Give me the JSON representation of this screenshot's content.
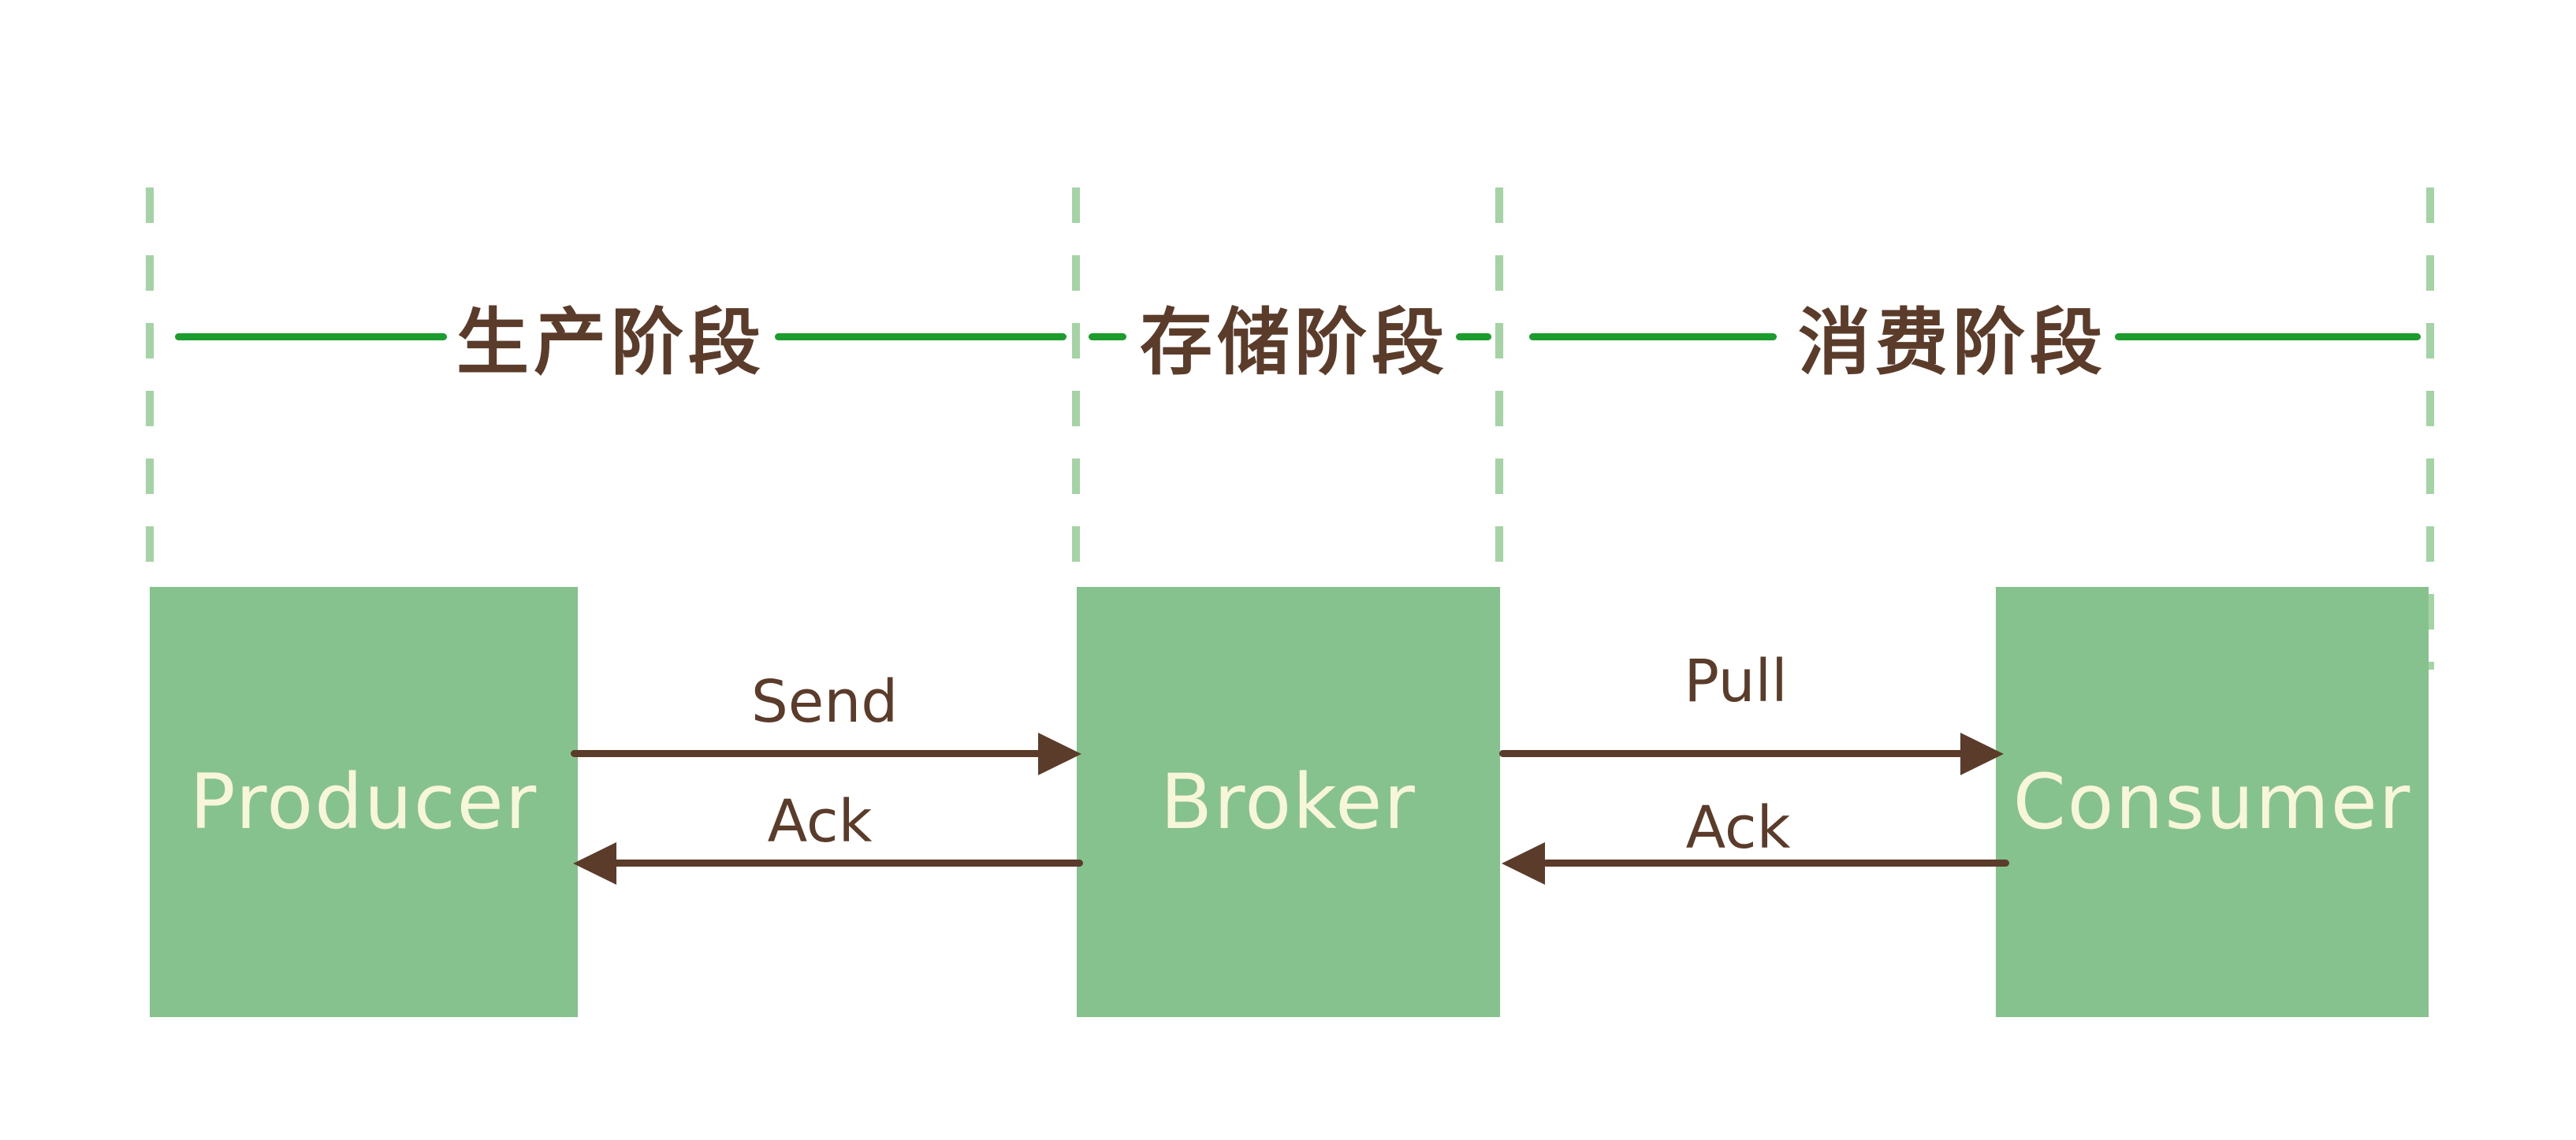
{
  "diagram": {
    "stages": [
      {
        "label": "生产阶段"
      },
      {
        "label": "存储阶段"
      },
      {
        "label": "消费阶段"
      }
    ],
    "nodes": [
      {
        "label": "Producer"
      },
      {
        "label": "Broker"
      },
      {
        "label": "Consumer"
      }
    ],
    "arrows": [
      {
        "label": "Send",
        "from": "Producer",
        "to": "Broker",
        "direction": "right"
      },
      {
        "label": "Ack",
        "from": "Broker",
        "to": "Producer",
        "direction": "left"
      },
      {
        "label": "Pull",
        "from": "Broker",
        "to": "Consumer",
        "direction": "right"
      },
      {
        "label": "Ack",
        "from": "Consumer",
        "to": "Broker",
        "direction": "left"
      }
    ],
    "colors": {
      "node_fill": "#86c28d",
      "node_text": "#f8f6da",
      "stage_line": "#1b9c2c",
      "dashed_line": "#a4d4a6",
      "ink": "#5b3c2b",
      "background": "#ffffff"
    }
  }
}
